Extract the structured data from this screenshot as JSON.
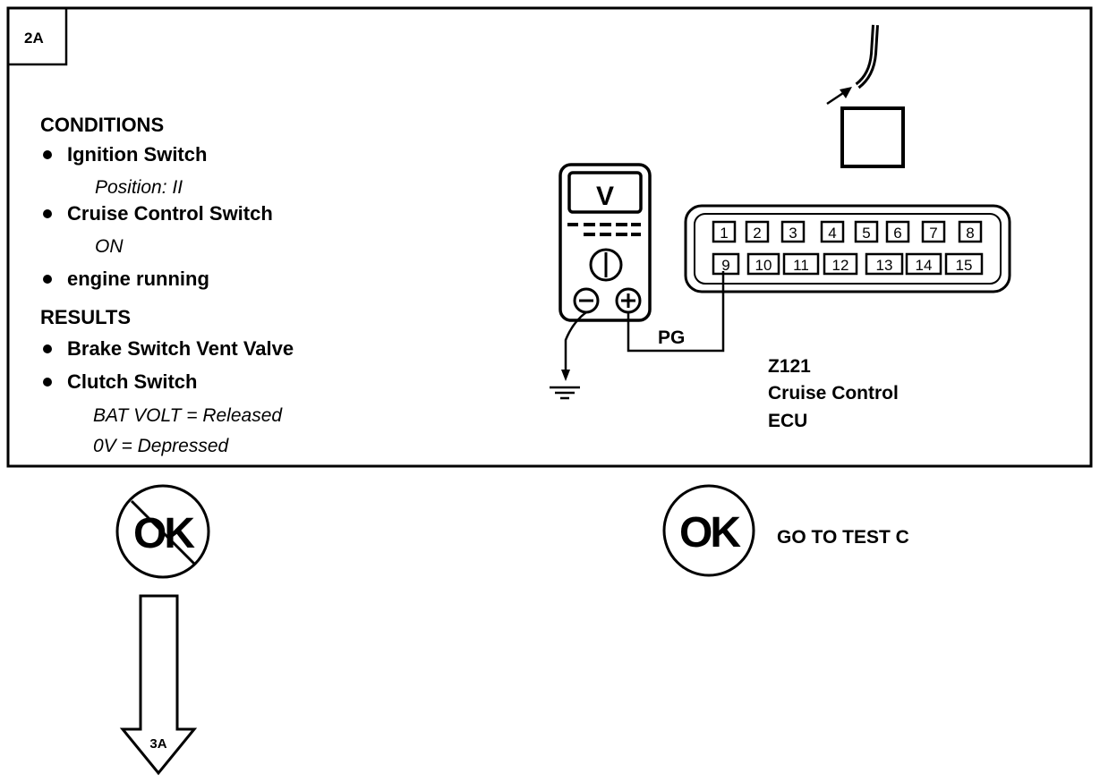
{
  "step": {
    "label": "2A",
    "conditions_heading": "CONDITIONS",
    "conditions": [
      {
        "text": "Ignition Switch",
        "detail": "Position: II"
      },
      {
        "text": "Cruise Control Switch",
        "detail": "ON"
      },
      {
        "text": "engine running",
        "detail": ""
      }
    ],
    "results_heading": "RESULTS",
    "results": [
      {
        "text": "Brake Switch Vent Valve"
      },
      {
        "text": "Clutch Switch"
      }
    ],
    "result_details": [
      "BAT VOLT = Released",
      "0V =  Depressed"
    ]
  },
  "meter": {
    "display": "V"
  },
  "connector": {
    "pins_top": [
      "1",
      "2",
      "3",
      "4",
      "5",
      "6",
      "7",
      "8"
    ],
    "pins_bottom": [
      "9",
      "10",
      "11",
      "12",
      "13",
      "14",
      "15"
    ],
    "wire_label": "PG",
    "id": "Z121",
    "name_line1": "Cruise Control",
    "name_line2": "ECU"
  },
  "outcomes": {
    "not_ok_symbol": "OK",
    "not_ok_next": "3A",
    "ok_symbol": "OK",
    "ok_action": "GO TO TEST C"
  }
}
